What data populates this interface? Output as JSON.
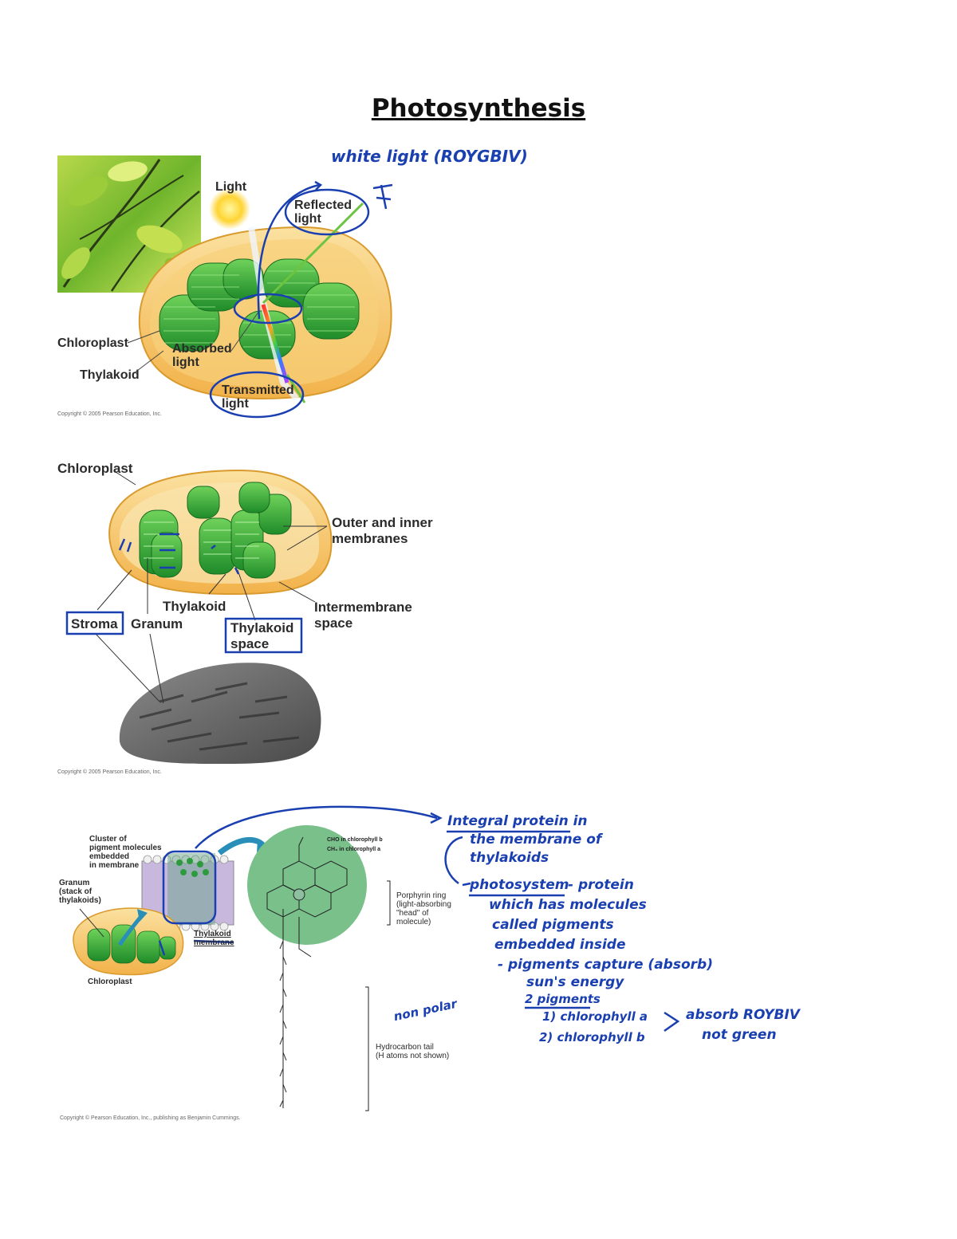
{
  "page": {
    "title": "Photosynthesis"
  },
  "figure1": {
    "light": "Light",
    "reflected": "Reflected\nlight",
    "chloroplast": "Chloroplast",
    "absorbed": "Absorbed\nlight",
    "thylakoid": "Thylakoid",
    "transmitted": "Transmitted\nlight",
    "copyright": "Copyright © 2005 Pearson Education, Inc.",
    "note_white_light": "white light (ROYGBIV)"
  },
  "figure2": {
    "chloroplast": "Chloroplast",
    "outer_inner": "Outer and inner\nmembranes",
    "thylakoid": "Thylakoid",
    "intermembrane": "Intermembrane\nspace",
    "stroma": "Stroma",
    "granum": "Granum",
    "thylakoid_space": "Thylakoid\nspace",
    "copyright": "Copyright © 2005 Pearson Education, Inc."
  },
  "figure3": {
    "cluster": "Cluster of\npigment molecules\nembedded\nin membrane",
    "granum": "Granum\n(stack of\nthylakoids)",
    "thylakoid_membrane": "Thylakoid\nmembrane",
    "chloroplast": "Chloroplast",
    "cho_b": "CHO in chlorophyll b",
    "ch3_a": "CH₃ in chlorophyll a",
    "porphyrin": "Porphyrin ring\n(light-absorbing\n\"head\" of\nmolecule)",
    "hydrocarbon": "Hydrocarbon tail\n(H atoms not shown)",
    "copyright": "Copyright © Pearson Education, Inc., publishing as Benjamin Cummings."
  },
  "notes": {
    "integral_1": "Integral protein in",
    "integral_2": "the membrane of",
    "integral_3": "thylakoids",
    "photosystem": "photosystem",
    "photosystem_rest": "- protein",
    "line_which": "which has molecules",
    "line_called": "called pigments",
    "line_embedded": "embedded inside",
    "line_capture": "- pigments capture (absorb)",
    "line_sun": "sun's energy",
    "pigments_heading": "2 pigments",
    "chl_a": "1) chlorophyll a",
    "chl_b": "2) chlorophyll b",
    "absorb": "absorb ROYBIV",
    "not_green": "not green",
    "non_polar": "non polar"
  }
}
